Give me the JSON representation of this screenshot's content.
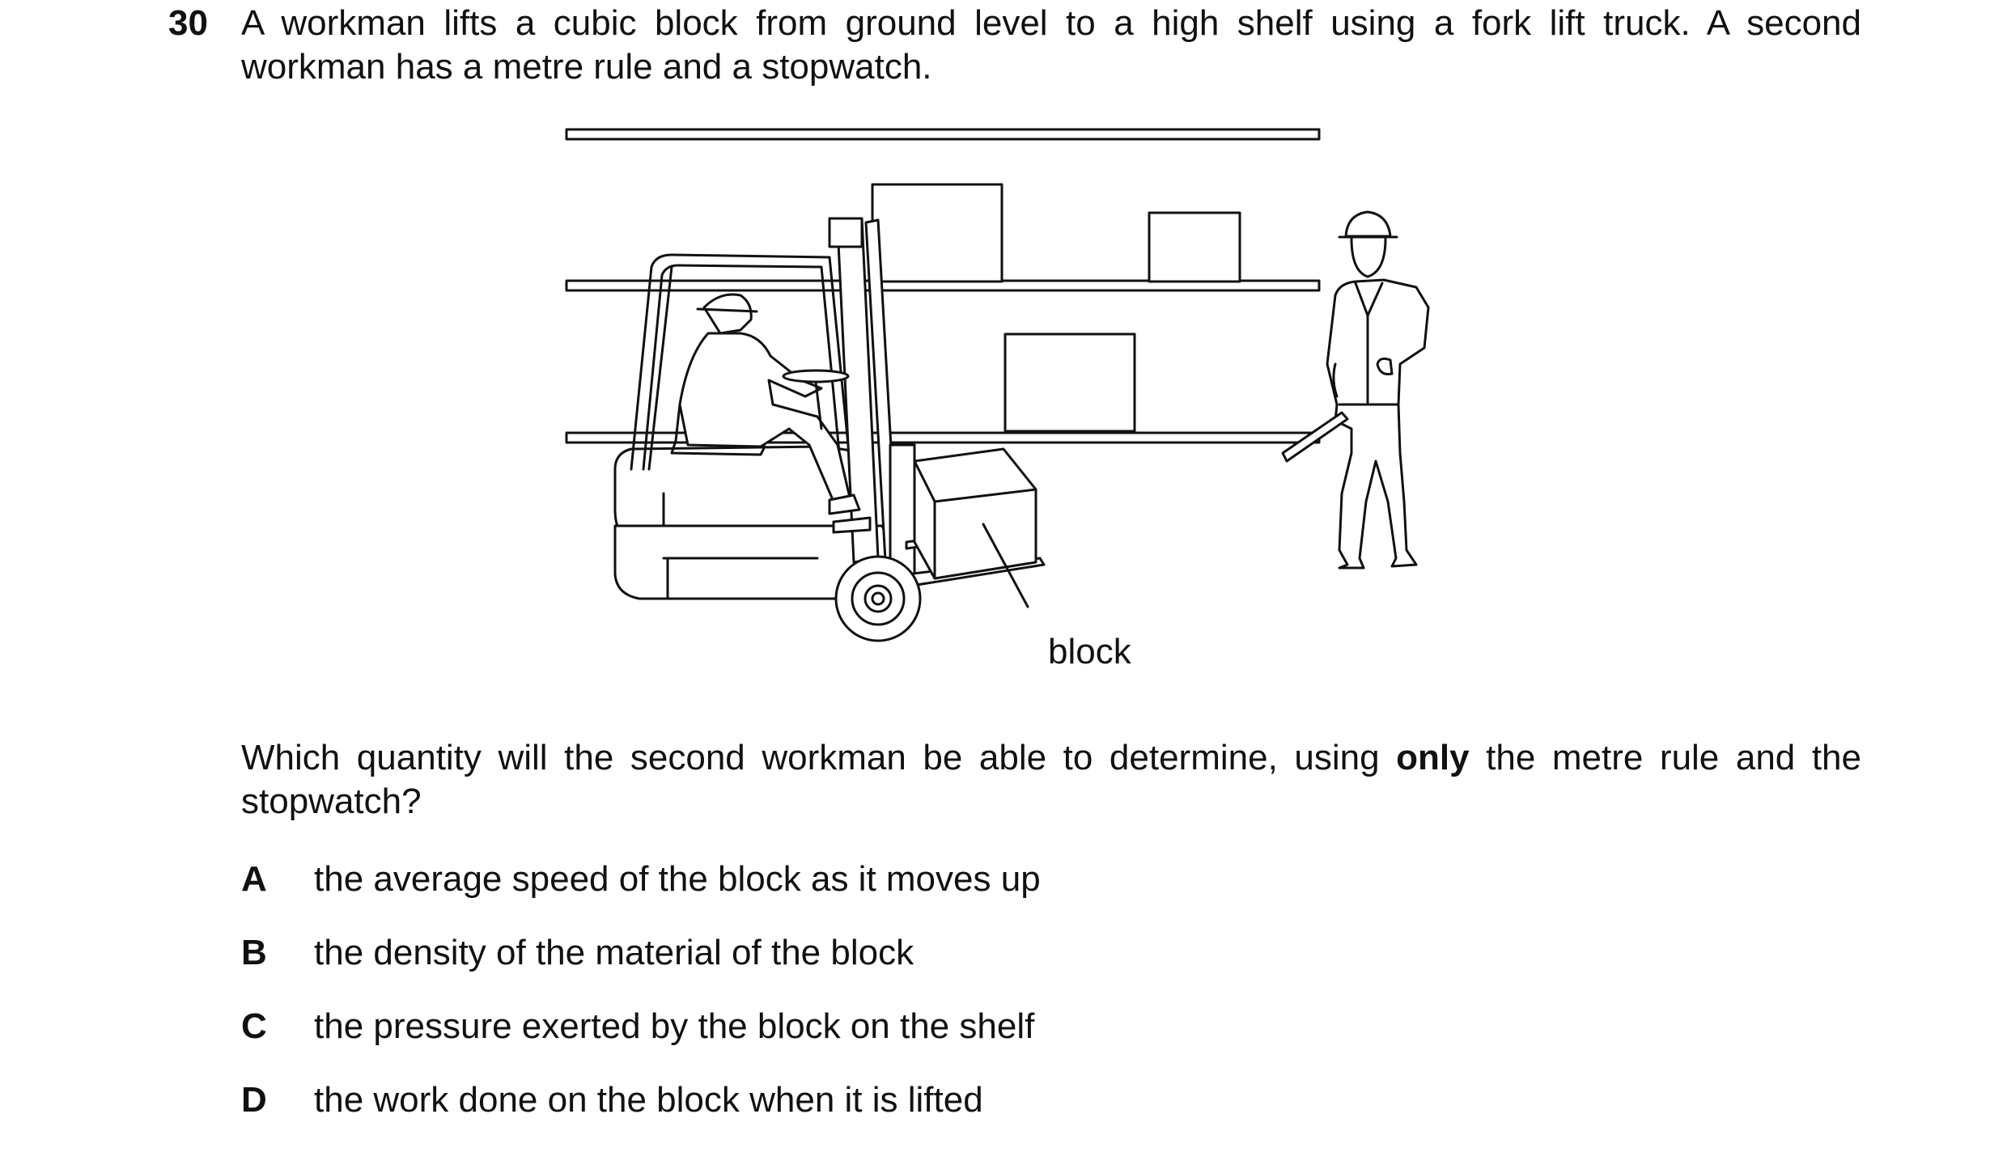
{
  "question": {
    "number": "30",
    "stem_line1": "A workman lifts a cubic block from ground level to a high shelf using a fork lift truck. A second",
    "stem_line2": "workman has a metre rule and a stopwatch.",
    "prompt_part1": "Which quantity will the second workman be able to determine, using ",
    "prompt_emphasis": "only",
    "prompt_part2": " the metre rule and the",
    "prompt_line2": "stopwatch?"
  },
  "figure": {
    "block_label": "block"
  },
  "options": [
    {
      "letter": "A",
      "text": "the average speed of the block as it moves up"
    },
    {
      "letter": "B",
      "text": "the density of the material of the block"
    },
    {
      "letter": "C",
      "text": "the pressure exerted by the block on the shelf"
    },
    {
      "letter": "D",
      "text": "the work done on the block when it is lifted"
    }
  ]
}
